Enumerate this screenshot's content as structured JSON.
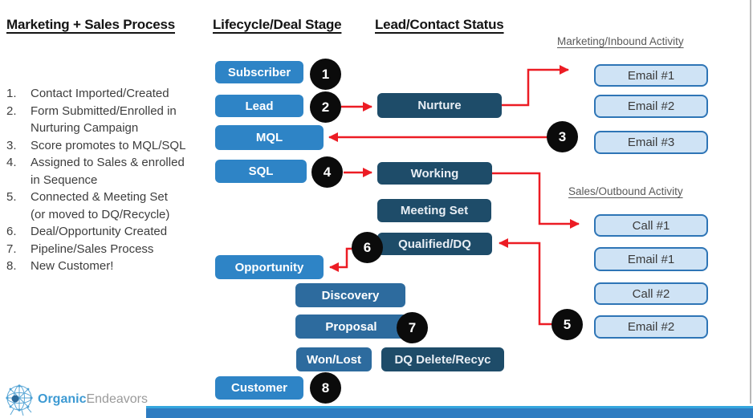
{
  "headers": {
    "process": "Marketing + Sales Process",
    "lifecycle": "Lifecycle/Deal Stage",
    "status": "Lead/Contact Status",
    "inbound": "Marketing/Inbound Activity",
    "outbound": "Sales/Outbound Activity"
  },
  "process_list": {
    "items": [
      {
        "num": "1.",
        "text": "Contact Imported/Created"
      },
      {
        "num": "2.",
        "text": "Form Submitted/Enrolled in\nNurturing Campaign"
      },
      {
        "num": "3.",
        "text": "Score promotes to MQL/SQL"
      },
      {
        "num": "4.",
        "text": "Assigned to Sales & enrolled\nin Sequence"
      },
      {
        "num": "5.",
        "text": "Connected & Meeting Set\n(or moved to DQ/Recycle)"
      },
      {
        "num": "6.",
        "text": "Deal/Opportunity Created"
      },
      {
        "num": "7.",
        "text": "Pipeline/Sales Process"
      },
      {
        "num": "8.",
        "text": "New Customer!"
      }
    ]
  },
  "lifecycle": {
    "subscriber": "Subscriber",
    "lead": "Lead",
    "mql": "MQL",
    "sql": "SQL",
    "opportunity": "Opportunity",
    "customer": "Customer"
  },
  "status_column": {
    "nurture": "Nurture",
    "working": "Working",
    "meeting_set": "Meeting Set",
    "qualified": "Qualified/DQ",
    "dq_delete": "DQ Delete/Recyc"
  },
  "pipeline": {
    "discovery": "Discovery",
    "proposal": "Proposal",
    "won_lost": "Won/Lost"
  },
  "inbound_activities": [
    {
      "label": "Email #1"
    },
    {
      "label": "Email #2"
    },
    {
      "label": "Email #3"
    }
  ],
  "outbound_activities": [
    {
      "label": "Call #1"
    },
    {
      "label": "Email #1"
    },
    {
      "label": "Call #2"
    },
    {
      "label": "Email #2"
    }
  ],
  "markers": [
    "1",
    "2",
    "3",
    "4",
    "5",
    "6",
    "7",
    "8"
  ],
  "logo": {
    "brand_primary": "Organic",
    "brand_secondary": "Endeavors"
  },
  "colors": {
    "stage_blue": "#2E84C6",
    "status_navy": "#1E4C69",
    "deal_steel": "#2D6B9E",
    "activity_fill": "#CFE3F5",
    "activity_border": "#2E75B6",
    "arrow_red": "#EC1C24",
    "marker_black": "#0B0B0B",
    "bar_blue": "#2E7CC1",
    "bar_stripe": "#35A6DE",
    "logo_blue": "#3D9AD3",
    "logo_gray": "#9A9A9A"
  }
}
